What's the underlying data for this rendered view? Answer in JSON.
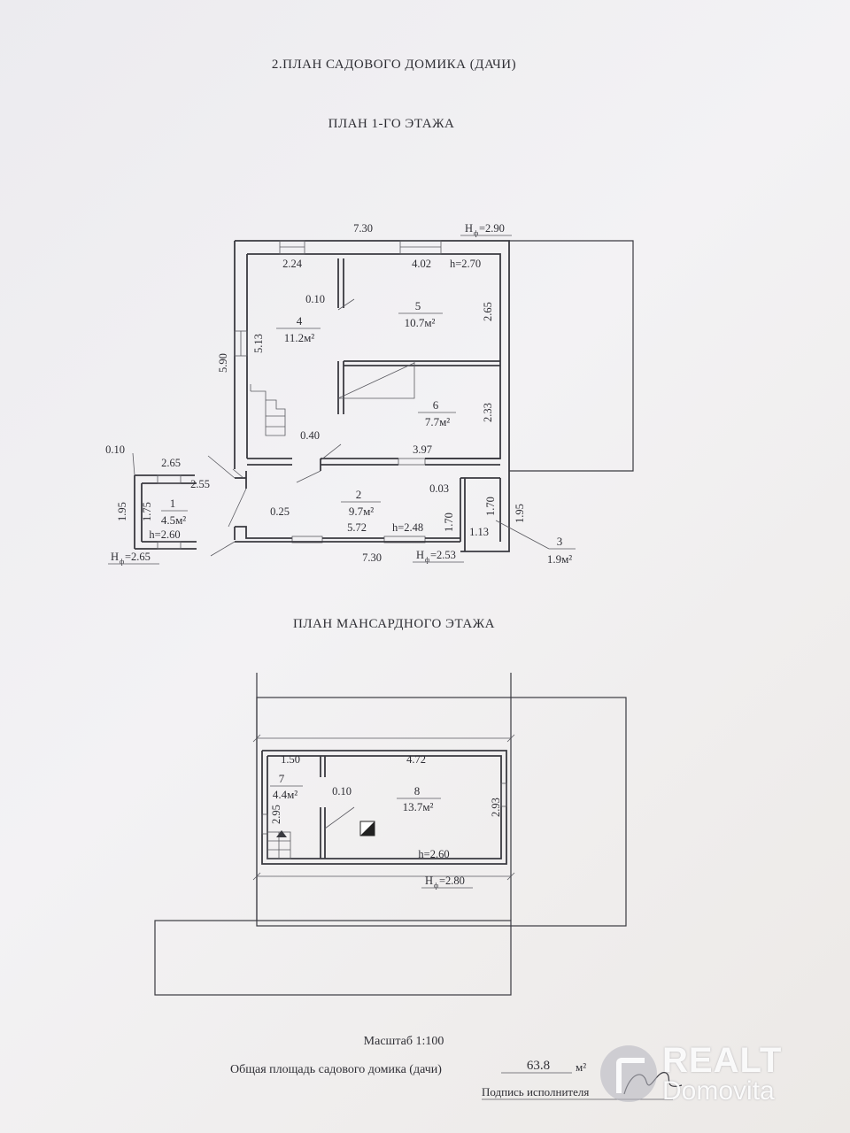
{
  "titles": {
    "main": "2.ПЛАН САДОВОГО ДОМИКА (ДАЧИ)",
    "floor1": "ПЛАН 1-ГО ЭТАЖА",
    "attic": "ПЛАН  МАНСАРДНОГО ЭТАЖА"
  },
  "floor1": {
    "dims": {
      "top_len": "7.30",
      "h_top": "H",
      "h_top_sub": "ф",
      "h_top_val": "=2.90",
      "d224": "2.24",
      "d402": "4.02",
      "h270": "h=2.70",
      "d010a": "0.10",
      "d265a": "2.65",
      "d590": "5.90",
      "d513": "5.13",
      "d233": "2.33",
      "d040": "0.40",
      "d397": "3.97",
      "d010b": "0.10",
      "d265b": "2.65",
      "d255": "2.55",
      "d195a": "1.95",
      "d175": "1.75",
      "h260": "h=2.60",
      "h_left": "H",
      "h_left_sub": "ф",
      "h_left_val": "=2.65",
      "d025": "0.25",
      "d572": "5.72",
      "h248": "h=2.48",
      "d003": "0.03",
      "d170a": "1.70",
      "d170b": "1.70",
      "d113": "1.13",
      "d195b": "1.95",
      "bottom_len": "7.30",
      "h_bot": "H",
      "h_bot_sub": "ф",
      "h_bot_val": "=2.53"
    },
    "rooms": [
      {
        "num": "1",
        "area": "4.5м²"
      },
      {
        "num": "2",
        "area": "9.7м²"
      },
      {
        "num": "3",
        "area": "1.9м²"
      },
      {
        "num": "4",
        "area": "11.2м²"
      },
      {
        "num": "5",
        "area": "10.7м²"
      },
      {
        "num": "6",
        "area": "7.7м²"
      }
    ]
  },
  "attic": {
    "dims": {
      "d150": "1.50",
      "d472": "4.72",
      "d010": "0.10",
      "d295": "2.95",
      "d293": "2.93",
      "h260": "h=2.60",
      "h_bot": "H",
      "h_bot_sub": "ф",
      "h_bot_val": "=2.80"
    },
    "rooms": [
      {
        "num": "7",
        "area": "4.4м²"
      },
      {
        "num": "8",
        "area": "13.7м²"
      }
    ]
  },
  "footer": {
    "scale": "Масштаб 1:100",
    "total_label": "Общая площадь садового домика (дачи)",
    "total_value": "63.8",
    "total_unit": "м²",
    "signature_label": "Подпись исполнителя"
  },
  "watermark": {
    "line1": "REALT",
    "line2": "Domovita"
  }
}
